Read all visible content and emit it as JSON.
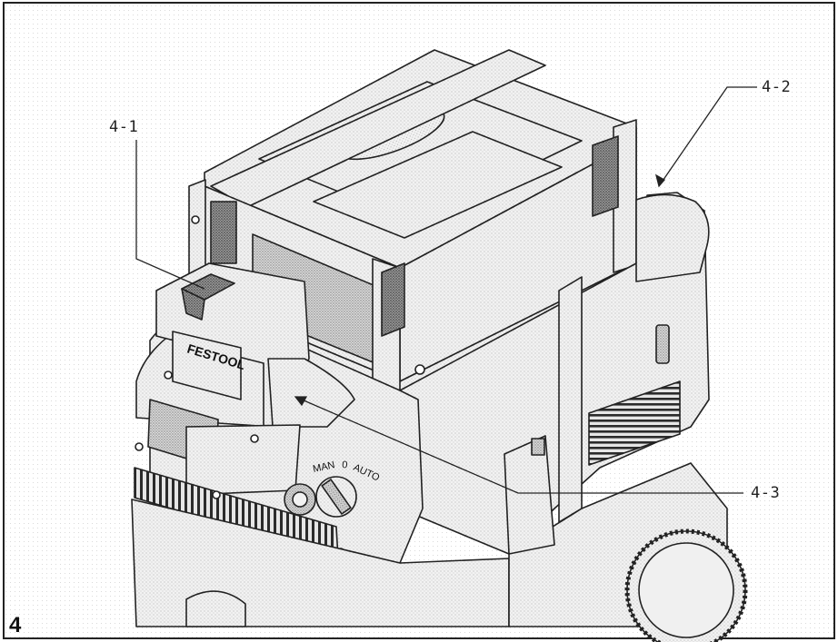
{
  "figure": {
    "number": "4",
    "callouts": [
      {
        "id": "4-1",
        "label": "4-1"
      },
      {
        "id": "4-2",
        "label": "4-2"
      },
      {
        "id": "4-3",
        "label": "4-3"
      }
    ],
    "brand_text": "FESTOOL",
    "dial_labels": {
      "man": "MAN",
      "zero": "0",
      "auto": "AUTO"
    }
  }
}
